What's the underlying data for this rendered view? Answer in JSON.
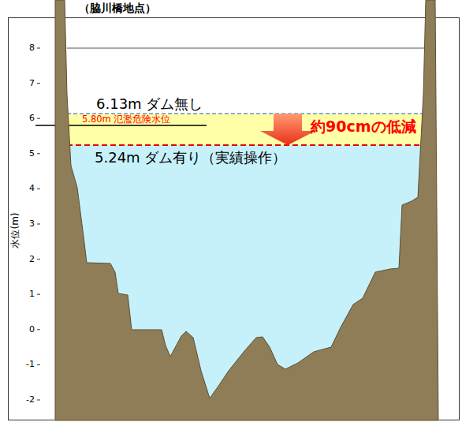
{
  "diagram": {
    "title": "（脇川橋地点）",
    "labels": [
      "8",
      "7",
      "6",
      "5",
      "4",
      "3",
      "2",
      "1",
      "0",
      "-1",
      "-2",
      "水位(m)",
      "6.13m ダム無し",
      "5.80m 氾濫危険水位",
      "約90cmの低減",
      "5.24m ダム有り（実績操作）"
    ]
  }
}
